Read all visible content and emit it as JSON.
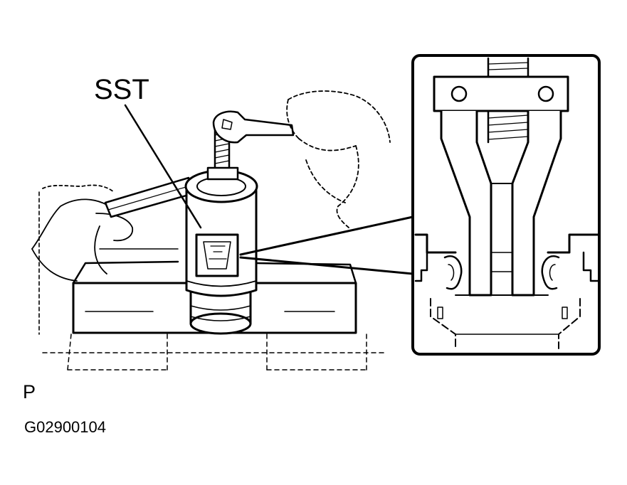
{
  "labels": {
    "sst": "SST",
    "view_code": "P",
    "figure_code": "G02900104"
  },
  "colors": {
    "ink": "#000000",
    "paper": "#ffffff"
  },
  "icons": {
    "wrench": "wrench-icon",
    "hand": "hand-icon"
  }
}
